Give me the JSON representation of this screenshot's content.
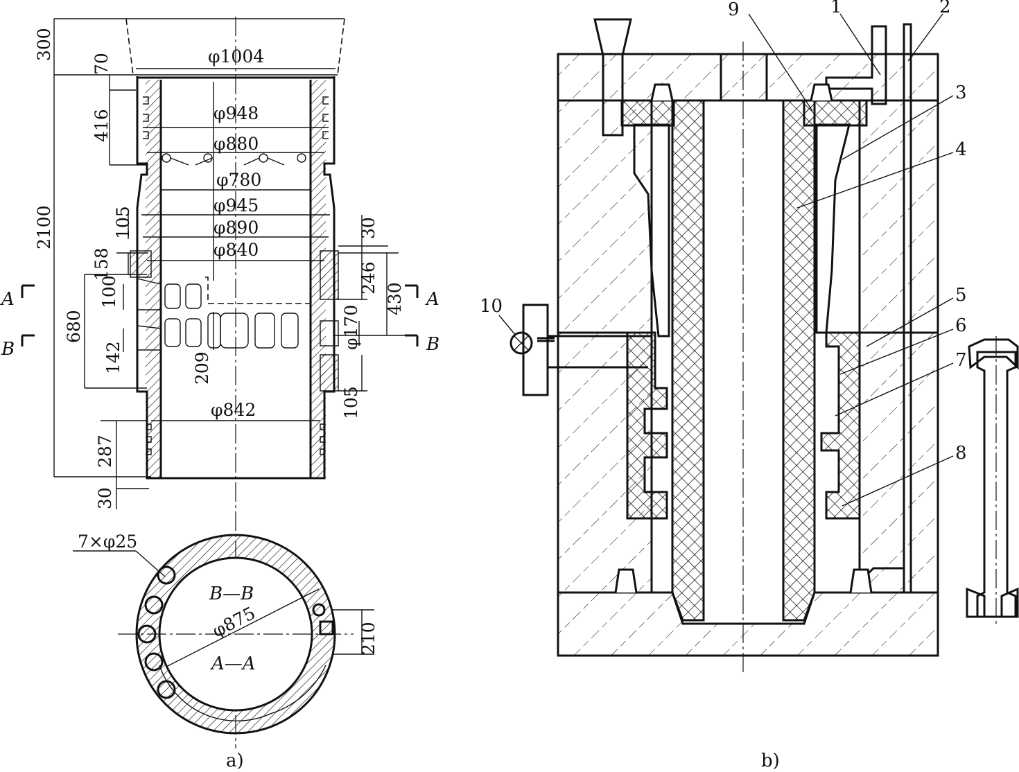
{
  "figure_a": {
    "caption": "a)",
    "dims": {
      "d1004": "φ1004",
      "d948": "φ948",
      "d880": "φ880",
      "d780": "φ780",
      "d945": "φ945",
      "d890": "φ890",
      "d840": "φ840",
      "d842": "φ842",
      "d170": "φ170",
      "d875": "φ875",
      "v300": "300",
      "v70": "70",
      "v2100": "2100",
      "v416": "416",
      "v105a": "105",
      "v158": "158",
      "v100": "100",
      "v680": "680",
      "v142": "142",
      "v209": "209",
      "v287": "287",
      "v30b": "30",
      "v30r": "30",
      "v246": "246",
      "v430": "430",
      "v105r": "105",
      "v210": "210",
      "holes": "7×φ25"
    },
    "sections": {
      "a_left": "A",
      "a_right": "A",
      "b_left": "B",
      "b_right": "B",
      "bb": "B—B",
      "aa": "A—A"
    }
  },
  "figure_b": {
    "caption": "b)",
    "callouts": [
      "1",
      "2",
      "3",
      "4",
      "5",
      "6",
      "7",
      "8",
      "9",
      "10"
    ]
  }
}
